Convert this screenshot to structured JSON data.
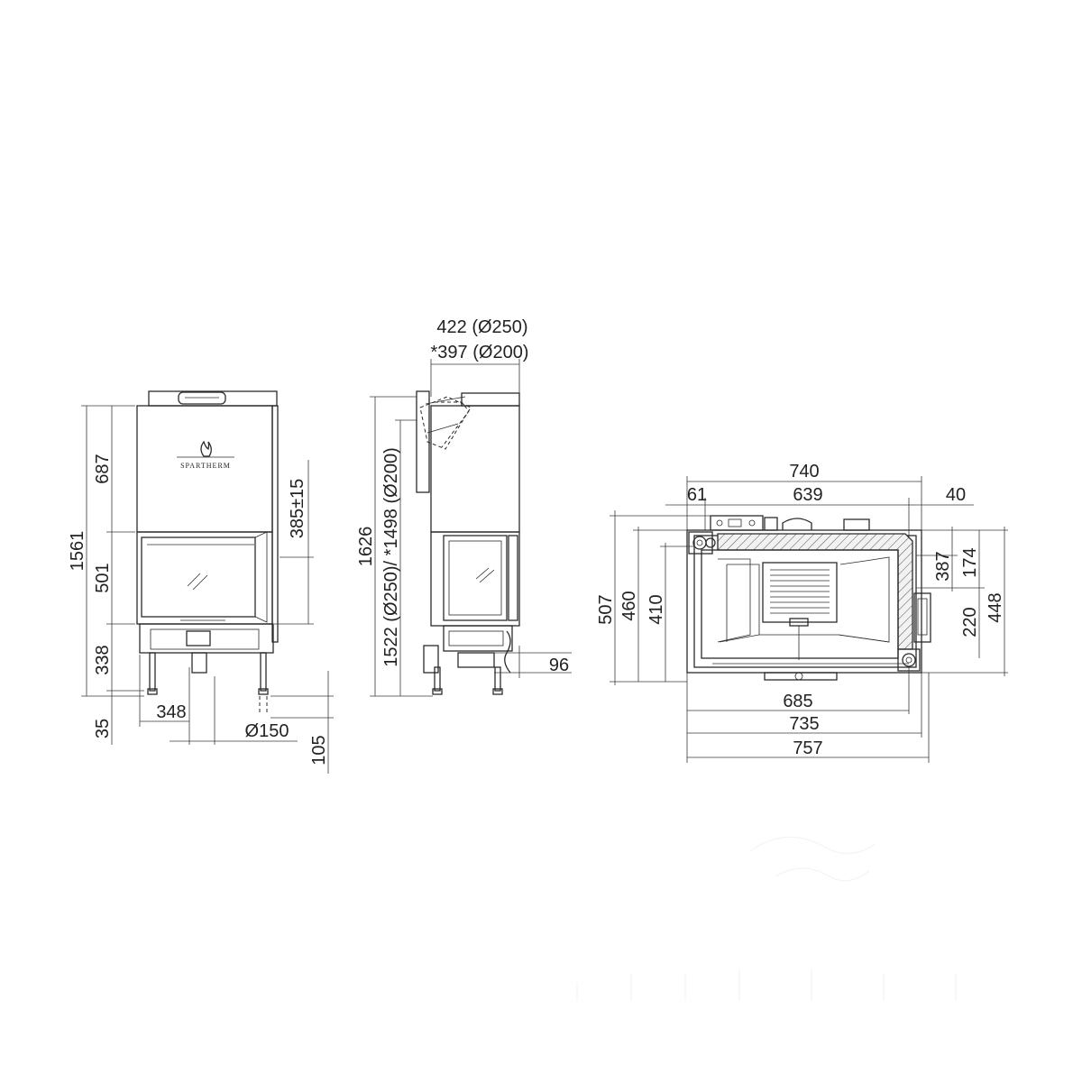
{
  "brand": "SPARTHERM",
  "front_view": {
    "height_total": "1561",
    "height_top": "687",
    "height_glass": "501",
    "height_base": "338",
    "foot": "35",
    "flue_offset": "385±15",
    "width_offset": "348",
    "diameter": "Ø150",
    "flue_drop": "105"
  },
  "side_view": {
    "flue_422": "422 (Ø250)",
    "flue_397": "*397 (Ø200)",
    "height_total": "1626",
    "height_flue": "1522 (Ø250)/ *1498 (Ø200)",
    "depth_96": "96"
  },
  "plan_view": {
    "width_740": "740",
    "width_61": "61",
    "width_639": "639",
    "width_40": "40",
    "depth_507": "507",
    "depth_460": "460",
    "depth_410": "410",
    "depth_387": "387",
    "depth_174": "174",
    "depth_220": "220",
    "depth_448": "448",
    "width_685": "685",
    "width_735": "735",
    "width_757": "757"
  }
}
